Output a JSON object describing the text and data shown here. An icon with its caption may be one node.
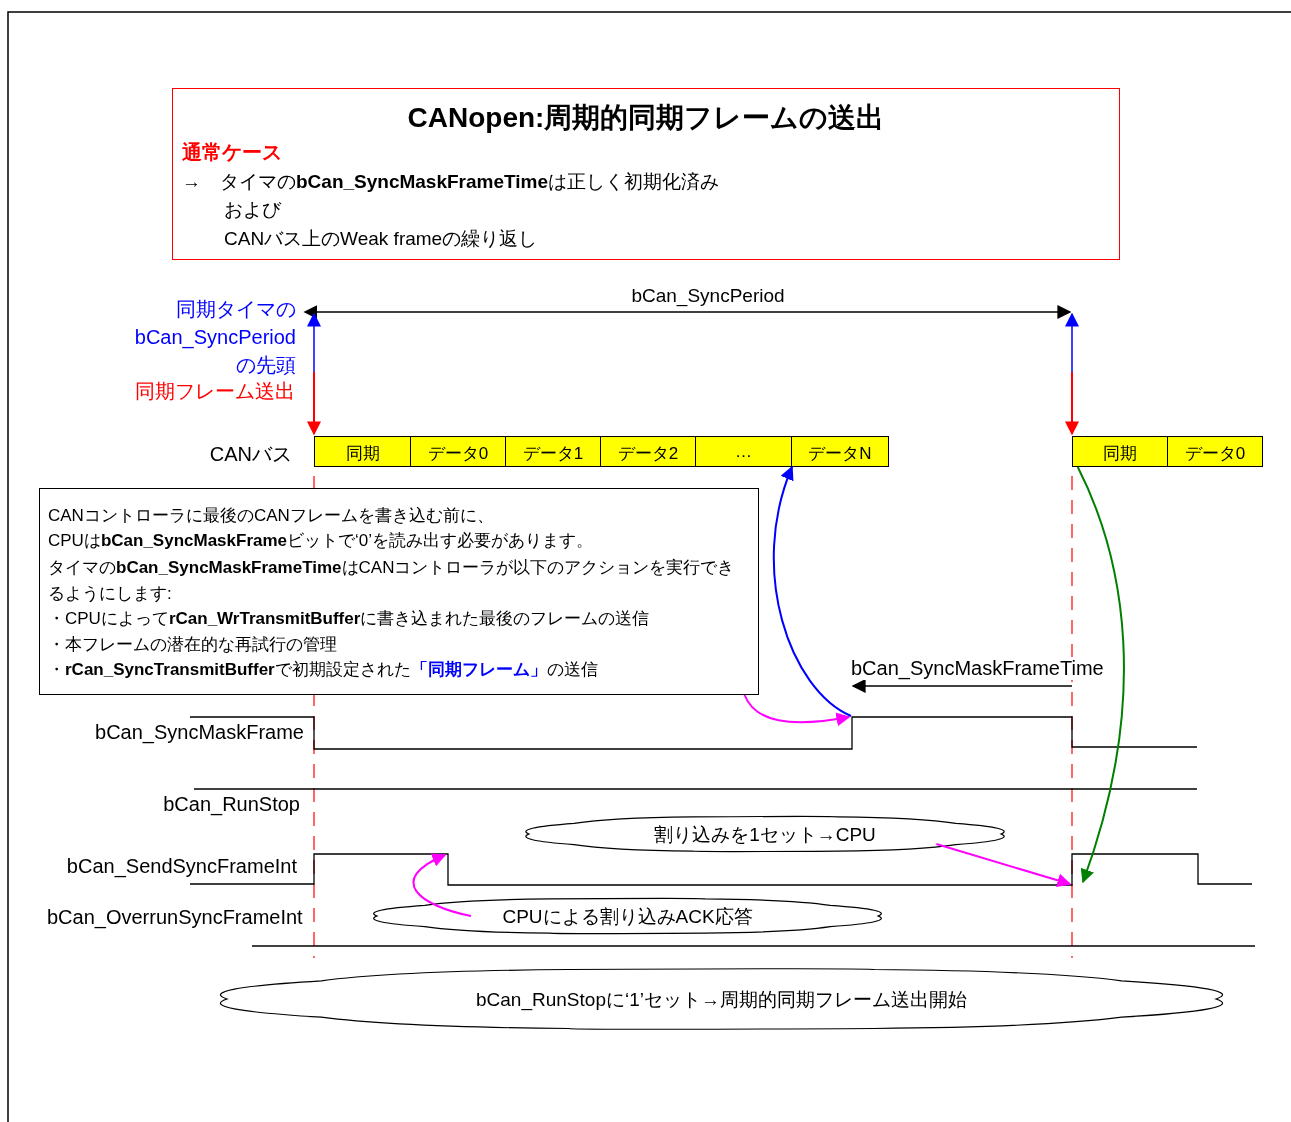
{
  "diagram": {
    "nodes": [
      {
        "text": [
          "CANopen:周期的同期フレームの送出",
          "通常ケース",
          "→　タイマの**bCan_SyncMaskFrameTime**は正しく初期化済み",
          "および",
          "CANバス上のWeak frameの繰り返し"
        ]
      },
      {
        "text": [
          "同期"
        ]
      },
      {
        "text": [
          "データ0"
        ]
      },
      {
        "text": [
          "データ1"
        ]
      },
      {
        "text": [
          "データ2"
        ]
      },
      {
        "text": [
          "…"
        ]
      },
      {
        "text": [
          "データN"
        ]
      },
      {
        "text": [
          "同期"
        ]
      },
      {
        "text": [
          "データ0"
        ]
      },
      {
        "text": [
          "CANコントローラに最後のCANフレームを書き込む前に、",
          "CPUは**bCan_SyncMaskFrame**ビットで‘0’を読み出す必要があります。",
          "タイマの**bCan_SyncMaskFrameTime**はCANコントローラが以下のアクションを実行できるようにします:",
          "・CPUによって**rCan_WrTransmitBuffer**に書き込まれた最後のフレームの送信",
          "・本フレームの潜在的な再試行の管理",
          "・**rCan_SyncTransmitBuffer**で初期設定された**「同期フレーム」**の送信"
        ]
      },
      {
        "text": [
          "割り込みを1セット→CPU"
        ]
      },
      {
        "text": [
          "CPUによる割り込みACK応答"
        ]
      },
      {
        "text": [
          "bCan_RunStopに‘1’セット→周期的同期フレーム送出開始"
        ]
      }
    ],
    "edges": [
      {
        "from": null,
        "to": 1,
        "arrow": "to",
        "color": "#ff0000"
      },
      {
        "from": null,
        "to": 7,
        "arrow": "to",
        "color": "#ff0000"
      },
      {
        "from": 9,
        "to": null,
        "arrow": "to",
        "color": "#ff00ff"
      },
      {
        "from": null,
        "to": 6,
        "arrow": "to",
        "color": "#0000ff"
      },
      {
        "from": 7,
        "to": null,
        "arrow": "to",
        "color": "#008000"
      },
      {
        "from": 10,
        "to": null,
        "arrow": "to",
        "color": "#ff00ff"
      },
      {
        "from": 11,
        "to": null,
        "arrow": "to",
        "color": "#ff00ff"
      }
    ],
    "labels": [
      "bCan_SyncPeriod",
      "同期タイマの bCan_SyncPeriod の先頭",
      "同期フレーム送出",
      "CANバス",
      "bCan_SyncMaskFrameTime",
      "bCan_SyncMaskFrame",
      "bCan_RunStop",
      "bCan_SendSyncFrameInt",
      "bCan_OverrunSyncFrameInt"
    ]
  }
}
